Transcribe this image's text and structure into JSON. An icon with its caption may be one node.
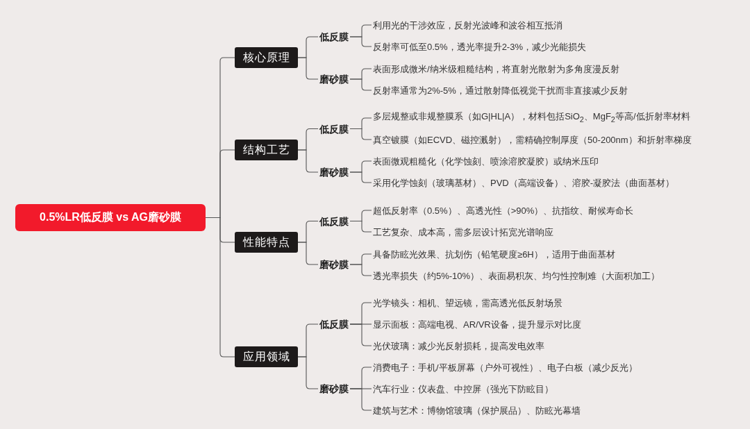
{
  "diagram": {
    "nodes": [
      {
        "text": [
          "0.5%LR低反膜 vs AG磨砂膜"
        ]
      },
      {
        "text": [
          "核心原理"
        ]
      },
      {
        "text": [
          "低反膜"
        ]
      },
      {
        "text": [
          "利用光的干涉效应，反射光波峰和波谷相互抵消"
        ]
      },
      {
        "text": [
          "反射率可低至0.5%，透光率提升2-3%，减少光能损失"
        ]
      },
      {
        "text": [
          "磨砂膜"
        ]
      },
      {
        "text": [
          "表面形成微米/纳米级粗糙结构，将直射光散射为多角度漫反射"
        ]
      },
      {
        "text": [
          "反射率通常为2%-5%，通过散射降低视觉干扰而非直接减少反射"
        ]
      },
      {
        "text": [
          "结构工艺"
        ]
      },
      {
        "text": [
          "低反膜"
        ]
      },
      {
        "text": [
          "多层规整或非规整膜系（如G|HL|A），材料包括SiO$_{2}$、MgF$_{2}$等高/低折射率材料"
        ]
      },
      {
        "text": [
          "真空镀膜（如ECVD、磁控溅射），需精确控制厚度（50-200nm）和折射率梯度"
        ]
      },
      {
        "text": [
          "磨砂膜"
        ]
      },
      {
        "text": [
          "表面微观粗糙化（化学蚀刻、喷涂溶胶凝胶）或纳米压印"
        ]
      },
      {
        "text": [
          "采用化学蚀刻（玻璃基材）、PVD（高端设备）、溶胶-凝胶法（曲面基材）"
        ]
      },
      {
        "text": [
          "性能特点"
        ]
      },
      {
        "text": [
          "低反膜"
        ]
      },
      {
        "text": [
          "超低反射率（0.5%）、高透光性（>90%）、抗指纹、耐候寿命长"
        ]
      },
      {
        "text": [
          "工艺复杂、成本高，需多层设计拓宽光谱响应"
        ]
      },
      {
        "text": [
          "磨砂膜"
        ]
      },
      {
        "text": [
          "具备防眩光效果、抗划伤（铅笔硬度≥6H），适用于曲面基材"
        ]
      },
      {
        "text": [
          "透光率损失（约5%-10%）、表面易积灰、均匀性控制难（大面积加工）"
        ]
      },
      {
        "text": [
          "应用领域"
        ]
      },
      {
        "text": [
          "低反膜"
        ]
      },
      {
        "text": [
          "光学镜头：相机、望远镜，需高透光低反射场景"
        ]
      },
      {
        "text": [
          "显示面板：高端电视、AR/VR设备，提升显示对比度"
        ]
      },
      {
        "text": [
          "光伏玻璃：减少光反射损耗，提高发电效率"
        ]
      },
      {
        "text": [
          "磨砂膜"
        ]
      },
      {
        "text": [
          "消费电子：手机/平板屏幕（户外可视性）、电子白板（减少反光）"
        ]
      },
      {
        "text": [
          "汽车行业：仪表盘、中控屏（强光下防眩目）"
        ]
      },
      {
        "text": [
          "建筑与艺术：博物馆玻璃（保护展品）、防眩光幕墙"
        ]
      }
    ],
    "edges": [
      {
        "from": 0,
        "to": 1,
        "arrow": "none"
      },
      {
        "from": 1,
        "to": 2,
        "arrow": "none"
      },
      {
        "from": 2,
        "to": 3,
        "arrow": "none"
      },
      {
        "from": 2,
        "to": 4,
        "arrow": "none"
      },
      {
        "from": 1,
        "to": 5,
        "arrow": "none"
      },
      {
        "from": 5,
        "to": 6,
        "arrow": "none"
      },
      {
        "from": 5,
        "to": 7,
        "arrow": "none"
      },
      {
        "from": 0,
        "to": 8,
        "arrow": "none"
      },
      {
        "from": 8,
        "to": 9,
        "arrow": "none"
      },
      {
        "from": 9,
        "to": 10,
        "arrow": "none"
      },
      {
        "from": 9,
        "to": 11,
        "arrow": "none"
      },
      {
        "from": 8,
        "to": 12,
        "arrow": "none"
      },
      {
        "from": 12,
        "to": 13,
        "arrow": "none"
      },
      {
        "from": 12,
        "to": 14,
        "arrow": "none"
      },
      {
        "from": 0,
        "to": 15,
        "arrow": "none"
      },
      {
        "from": 15,
        "to": 16,
        "arrow": "none"
      },
      {
        "from": 16,
        "to": 17,
        "arrow": "none"
      },
      {
        "from": 16,
        "to": 18,
        "arrow": "none"
      },
      {
        "from": 15,
        "to": 19,
        "arrow": "none"
      },
      {
        "from": 19,
        "to": 20,
        "arrow": "none"
      },
      {
        "from": 19,
        "to": 21,
        "arrow": "none"
      },
      {
        "from": 0,
        "to": 22,
        "arrow": "none"
      },
      {
        "from": 22,
        "to": 23,
        "arrow": "none"
      },
      {
        "from": 23,
        "to": 24,
        "arrow": "none"
      },
      {
        "from": 23,
        "to": 25,
        "arrow": "none"
      },
      {
        "from": 23,
        "to": 26,
        "arrow": "none"
      },
      {
        "from": 22,
        "to": 27,
        "arrow": "none"
      },
      {
        "from": 27,
        "to": 28,
        "arrow": "none"
      },
      {
        "from": 27,
        "to": 29,
        "arrow": "none"
      },
      {
        "from": 27,
        "to": 30,
        "arrow": "none"
      }
    ]
  }
}
